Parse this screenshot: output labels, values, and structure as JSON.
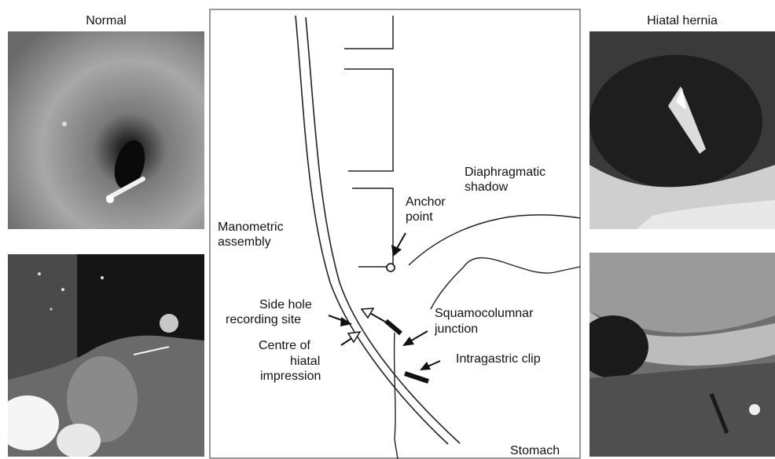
{
  "left_panel": {
    "title": "Normal"
  },
  "right_panel": {
    "title": "Hiatal hernia"
  },
  "diagram": {
    "labels": {
      "manometric_assembly": [
        "Manometric",
        "assembly"
      ],
      "diaphragmatic_shadow": [
        "Diaphragmatic",
        "shadow"
      ],
      "anchor_point": [
        "Anchor",
        "point"
      ],
      "side_hole": [
        "Side hole",
        "recording site"
      ],
      "squamocolumnar": [
        "Squamocolumnar",
        "junction"
      ],
      "centre_hiatal": [
        "Centre of",
        "hiatal",
        "impression"
      ],
      "intragastric_clip": "Intragastric clip",
      "stomach": "Stomach"
    }
  }
}
